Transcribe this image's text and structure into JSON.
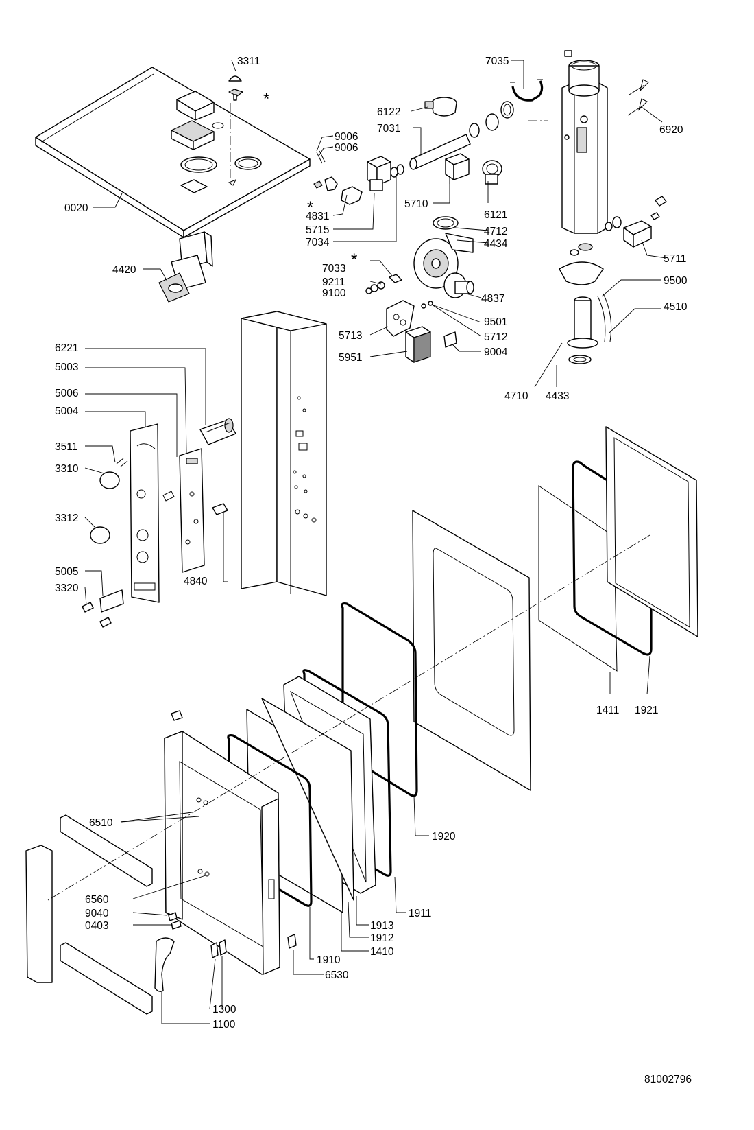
{
  "labels": {
    "l3311": "3311",
    "l7035": "7035",
    "l6122": "6122",
    "l7031": "7031",
    "l9006a": "9006",
    "l9006b": "9006",
    "l6920": "6920",
    "l0020": "0020",
    "l4831": "4831",
    "l5715": "5715",
    "l7034": "7034",
    "l5710": "5710",
    "l6121": "6121",
    "l4712": "4712",
    "l4434": "4434",
    "l5711": "5711",
    "l4420": "4420",
    "l7033": "7033",
    "l9211": "9211",
    "l9100": "9100",
    "l9500": "9500",
    "l4837": "4837",
    "l4510": "4510",
    "l9501": "9501",
    "l5713": "5713",
    "l5712": "5712",
    "l5951": "5951",
    "l9004": "9004",
    "l6221": "6221",
    "l4710": "4710",
    "l4433": "4433",
    "l5003": "5003",
    "l5006": "5006",
    "l5004": "5004",
    "l3511": "3511",
    "l3310": "3310",
    "l3312": "3312",
    "l4840": "4840",
    "l5005": "5005",
    "l3320": "3320",
    "l1411": "1411",
    "l1921": "1921",
    "l6510": "6510",
    "l1920": "1920",
    "l6560": "6560",
    "l9040": "9040",
    "l0403": "0403",
    "l1911": "1911",
    "l1913": "1913",
    "l1912": "1912",
    "l1410": "1410",
    "l1910": "1910",
    "l6530": "6530",
    "l1300": "1300",
    "l1100": "1100"
  },
  "markers": {
    "star1": "*",
    "star2": "*",
    "star3": "*"
  },
  "drawing_number": "81002796"
}
